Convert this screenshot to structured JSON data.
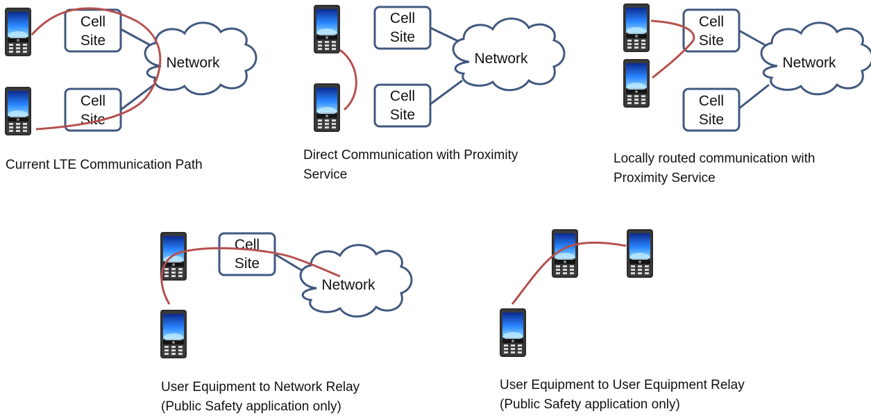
{
  "labels": {
    "cell_site_line1": "Cell",
    "cell_site_line2": "Site",
    "network": "Network"
  },
  "captions": {
    "current_lte": [
      "Current LTE Communication Path"
    ],
    "direct": [
      "Direct Communication with Proximity",
      "Service"
    ],
    "locally_routed": [
      "Locally routed communication with",
      "Proximity Service"
    ],
    "ue_network_relay": [
      "User Equipment to Network Relay",
      "(Public Safety application only)"
    ],
    "ue_ue_relay": [
      "User Equipment to User Equipment Relay",
      "(Public Safety application only)"
    ]
  },
  "colors": {
    "box_stroke": "#41587f",
    "link_line": "#41587f",
    "cloud_stroke": "#41587f",
    "path_line": "#b5504f",
    "phone_body": "#2d2d2d",
    "phone_screen": "#1f63d6"
  }
}
